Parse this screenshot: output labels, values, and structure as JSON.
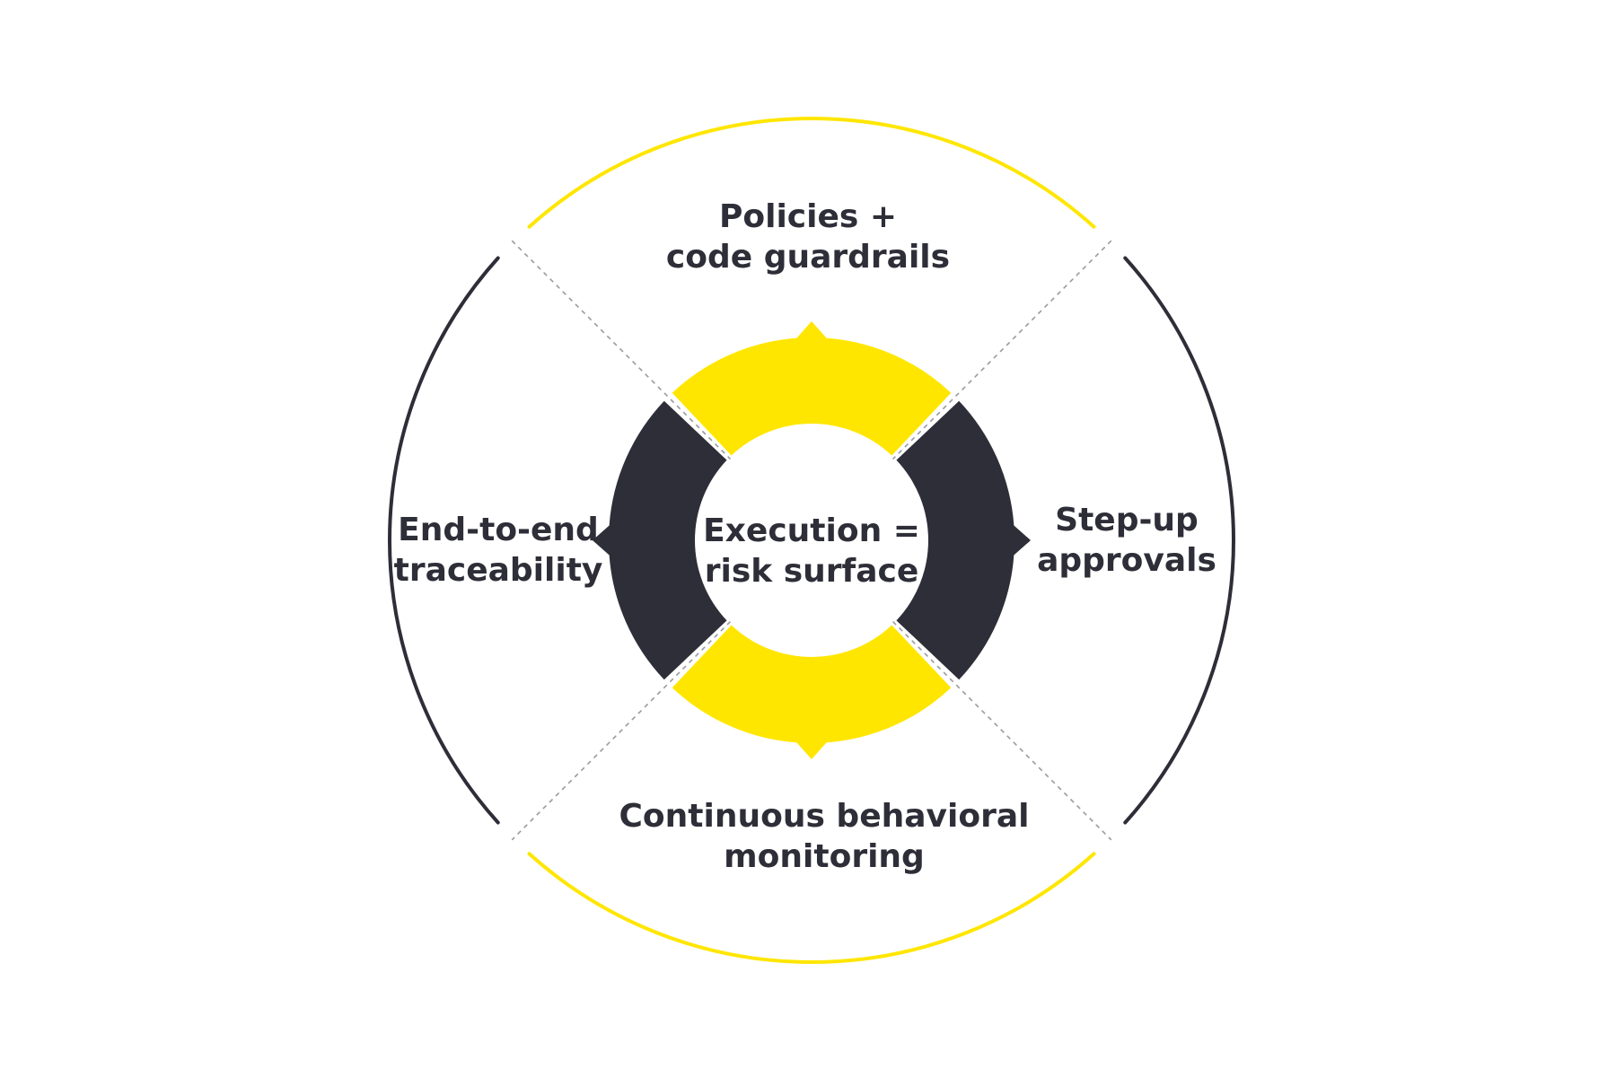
{
  "colors": {
    "yellow": "#ffe600",
    "dark": "#2e2e38",
    "divider": "#9a9aa0",
    "background": "#ffffff"
  },
  "center": {
    "line1": "Execution =",
    "line2": "risk surface"
  },
  "segments": {
    "top": {
      "line1": "Policies +",
      "line2": "code guardrails"
    },
    "right": {
      "line1": "Step-up",
      "line2": "approvals"
    },
    "bottom": {
      "line1": "Continuous behavioral",
      "line2": "monitoring"
    },
    "left": {
      "line1": "End-to-end",
      "line2": "traceability"
    }
  }
}
